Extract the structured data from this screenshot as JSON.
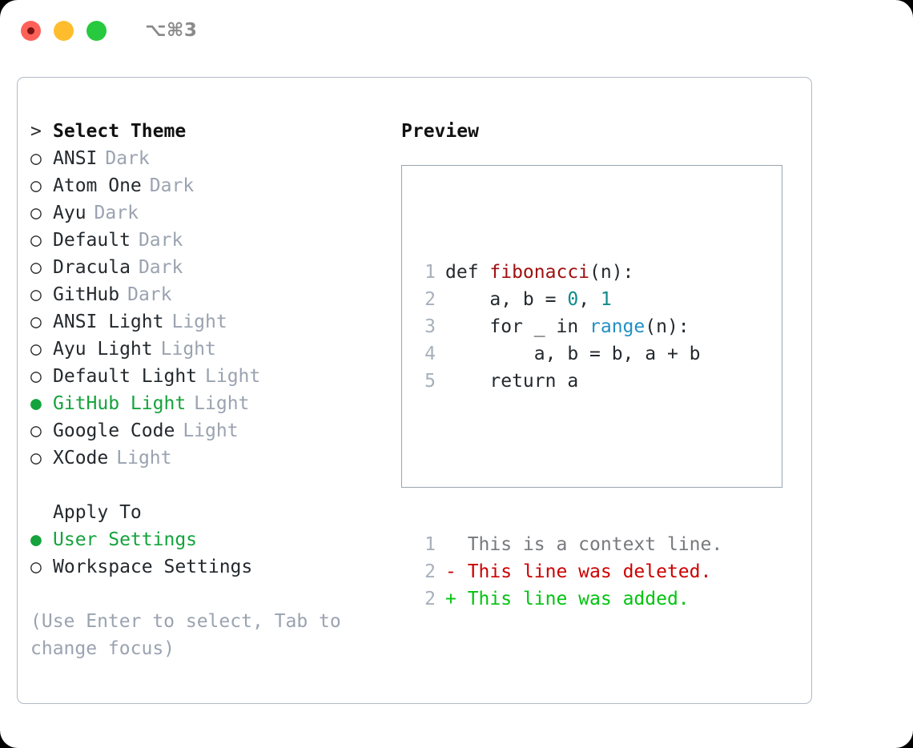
{
  "titlebar": {
    "shortcut": "⌥⌘3",
    "dots": [
      {
        "name": "close",
        "color": "#ff6159"
      },
      {
        "name": "minimize",
        "color": "#ffbd2e"
      },
      {
        "name": "maximize",
        "color": "#27c93f"
      }
    ]
  },
  "theme_picker": {
    "prompt_prefix": ">",
    "heading": "Select Theme",
    "radio_unselected": "○",
    "radio_selected": "●",
    "selected_color": "#14a33c",
    "items": [
      {
        "name": "ANSI",
        "variant": "Dark",
        "selected": false
      },
      {
        "name": "Atom One",
        "variant": "Dark",
        "selected": false
      },
      {
        "name": "Ayu",
        "variant": "Dark",
        "selected": false
      },
      {
        "name": "Default",
        "variant": "Dark",
        "selected": false
      },
      {
        "name": "Dracula",
        "variant": "Dark",
        "selected": false
      },
      {
        "name": "GitHub",
        "variant": "Dark",
        "selected": false
      },
      {
        "name": "ANSI Light",
        "variant": "Light",
        "selected": false
      },
      {
        "name": "Ayu Light",
        "variant": "Light",
        "selected": false
      },
      {
        "name": "Default Light",
        "variant": "Light",
        "selected": false
      },
      {
        "name": "GitHub Light",
        "variant": "Light",
        "selected": true
      },
      {
        "name": "Google Code",
        "variant": "Light",
        "selected": false
      },
      {
        "name": "XCode",
        "variant": "Light",
        "selected": false
      }
    ]
  },
  "apply_to": {
    "heading": "Apply To",
    "items": [
      {
        "name": "User Settings",
        "selected": true
      },
      {
        "name": "Workspace Settings",
        "selected": false
      }
    ]
  },
  "hint": "(Use Enter to select, Tab to change focus)",
  "preview": {
    "title": "Preview",
    "code_lines": [
      {
        "ln": "1",
        "tokens": [
          {
            "t": "def ",
            "c": "plain"
          },
          {
            "t": "fibonacci",
            "c": "fn"
          },
          {
            "t": "(n):",
            "c": "plain"
          }
        ]
      },
      {
        "ln": "2",
        "tokens": [
          {
            "t": "    a, b = ",
            "c": "plain"
          },
          {
            "t": "0",
            "c": "num"
          },
          {
            "t": ", ",
            "c": "plain"
          },
          {
            "t": "1",
            "c": "num"
          }
        ]
      },
      {
        "ln": "3",
        "tokens": [
          {
            "t": "    for _ in ",
            "c": "plain"
          },
          {
            "t": "range",
            "c": "blt"
          },
          {
            "t": "(n):",
            "c": "plain"
          }
        ]
      },
      {
        "ln": "4",
        "tokens": [
          {
            "t": "        a, b = b, a + b",
            "c": "plain"
          }
        ]
      },
      {
        "ln": "5",
        "tokens": [
          {
            "t": "    return a",
            "c": "plain"
          }
        ]
      }
    ],
    "diff_lines": [
      {
        "ln": "1",
        "sign": "  ",
        "text": "This is a context line.",
        "c": "ctx"
      },
      {
        "ln": "2",
        "sign": "- ",
        "text": "This line was deleted.",
        "c": "del"
      },
      {
        "ln": "2",
        "sign": "+ ",
        "text": "This line was added.",
        "c": "add"
      }
    ]
  }
}
